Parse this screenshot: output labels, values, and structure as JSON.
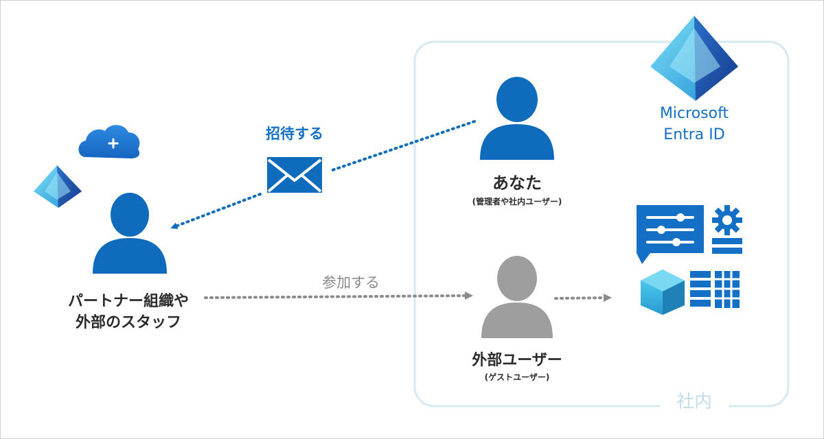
{
  "diagram": {
    "invite_label": "招待する",
    "join_label": "参加する",
    "you": {
      "name": "あなた",
      "subtitle": "(管理者や社内ユーザー)"
    },
    "partner": {
      "line1": "パートナー組織や",
      "line2": "外部のスタッフ"
    },
    "external_user": {
      "name": "外部ユーザー",
      "subtitle": "(ゲストユーザー)"
    },
    "entra": {
      "line1": "Microsoft",
      "line2": "Entra ID"
    },
    "internal_label": "社内",
    "icons": [
      "cloud-plus-icon",
      "entra-diamond-icon",
      "envelope-icon",
      "person-icon",
      "settings-panel-icon",
      "gear-icon",
      "cube-icon",
      "table-icon"
    ],
    "colors": {
      "primary_blue": "#0f6cbd",
      "person_gray": "#9e9e9e",
      "arrow_gray": "#8a8a8a",
      "boundary": "#d6e8f0",
      "label_blue": "#1470c4"
    }
  }
}
